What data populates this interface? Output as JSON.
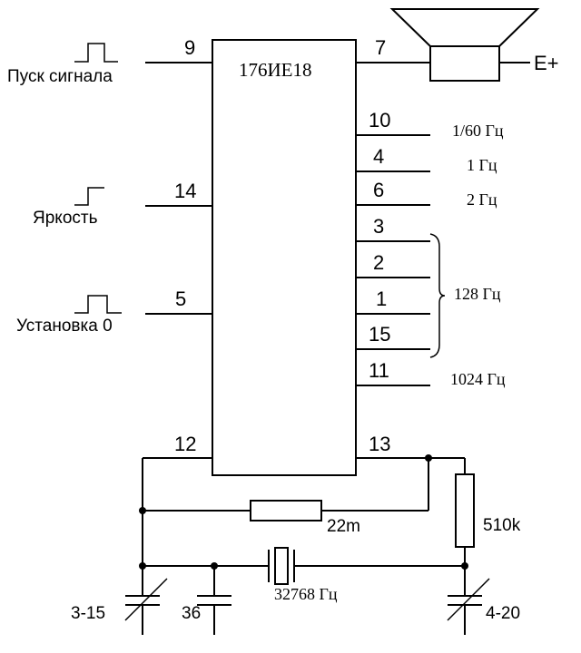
{
  "chip": {
    "label": "176ИЕ18"
  },
  "inputs": {
    "start": {
      "label": "Пуск сигнала",
      "pin": "9"
    },
    "brightness": {
      "label": "Яркость",
      "pin": "14"
    },
    "reset": {
      "label": "Установка 0",
      "pin": "5"
    }
  },
  "speaker": {
    "pin": "7",
    "supply": "E+"
  },
  "outputs": [
    {
      "pin": "10",
      "freq": "1/60 Гц"
    },
    {
      "pin": "4",
      "freq": "1 Гц"
    },
    {
      "pin": "6",
      "freq": "2 Гц"
    },
    {
      "pin": "3"
    },
    {
      "pin": "2"
    },
    {
      "pin": "1"
    },
    {
      "pin": "15"
    },
    {
      "pin": "11",
      "freq": "1024 Гц"
    }
  ],
  "bus_group": {
    "freq": "128 Гц"
  },
  "oscillator": {
    "pin_in": "12",
    "pin_out": "13",
    "resistor_feedback": "22m",
    "resistor_series": "510k",
    "crystal": "32768 Гц",
    "trim_cap_left": "3-15",
    "cap_fixed": "36",
    "trim_cap_right": "4-20"
  }
}
